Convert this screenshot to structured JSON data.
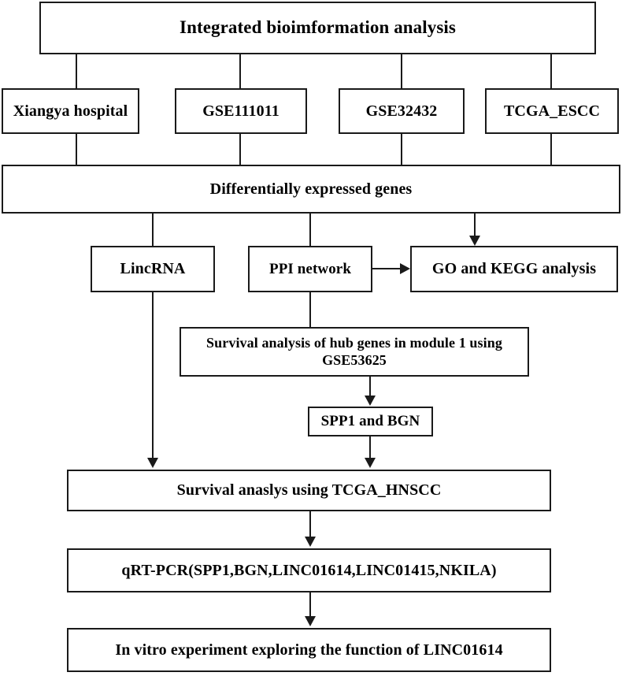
{
  "diagram": {
    "title": "Integrated bioimformation analysis",
    "type": "flowchart",
    "orientation": "top-to-bottom",
    "nodes": {
      "root": "Integrated bioimformation analysis",
      "source_xiangya": "Xiangya hospital",
      "source_gse111011": "GSE111011",
      "source_gse32432": "GSE32432",
      "source_tcga_escc": "TCGA_ESCC",
      "deg": "Differentially expressed genes",
      "lincrna": "LincRNA",
      "ppi": "PPI network",
      "go_kegg": "GO and KEGG analysis",
      "survival_hub": "Survival analysis of hub genes in module 1 using GSE53625",
      "spp1_bgn": "SPP1 and BGN",
      "survival_hnscc": "Survival anaslys using TCGA_HNSCC",
      "qrt_pcr": "qRT-PCR(SPP1,BGN,LINC01614,LINC01415,NKILA)",
      "in_vitro": "In vitro experiment exploring the function of LINC01614"
    },
    "colors": {
      "stroke": "#1a1a1a",
      "fill": "#ffffff",
      "text": "#000000"
    }
  }
}
